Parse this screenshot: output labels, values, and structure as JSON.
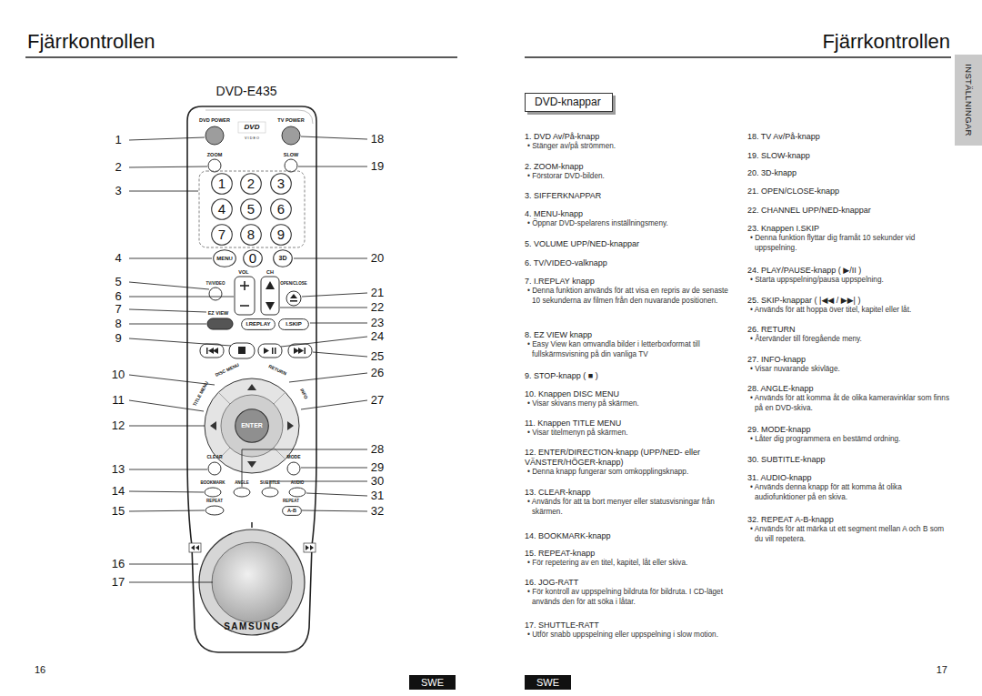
{
  "diagram": {
    "title": "Fjärrkontrollen",
    "nodes": [
      {
        "text": [
          "1"
        ]
      },
      {
        "text": [
          "2"
        ]
      },
      {
        "text": [
          "3"
        ]
      },
      {
        "text": [
          "4"
        ]
      },
      {
        "text": [
          "5"
        ]
      },
      {
        "text": [
          "6"
        ]
      },
      {
        "text": [
          "7"
        ]
      },
      {
        "text": [
          "8"
        ]
      },
      {
        "text": [
          "9"
        ]
      },
      {
        "text": [
          "MENU"
        ]
      },
      {
        "text": [
          "0"
        ]
      },
      {
        "text": [
          "3D"
        ]
      },
      {
        "text": [
          "I.REPLAY"
        ]
      },
      {
        "text": [
          "I.SKIP"
        ]
      },
      {
        "text": [
          "ENTER"
        ]
      },
      {
        "text": [
          "A-B"
        ]
      },
      {
        "text": [
          "SWE"
        ]
      },
      {
        "text": [
          "DVD-knappar"
        ]
      },
      {
        "text": [
          "INSTÄLLNINGAR"
        ]
      },
      {
        "text": [
          "SWE"
        ]
      }
    ],
    "labels": [
      "Fjärrkontrollen",
      "DVD-E435",
      "DVD POWER",
      "TV POWER",
      "DVD",
      "V I D E O",
      "ZOOM",
      "SLOW",
      "VOL",
      "CH",
      "TV/VIDEO",
      "OPEN/CLOSE",
      "EZ VIEW",
      "DISC MENU",
      "RETURN",
      "TITLE MENU",
      "INFO",
      "CLEAR",
      "MODE",
      "BOOKMARK",
      "ANGLE",
      "SUBTITLE",
      "AUDIO",
      "REPEAT",
      "REPEAT",
      "SAMSUNG",
      "1",
      "2",
      "3",
      "4",
      "5",
      "6",
      "7",
      "8",
      "9",
      "10",
      "11",
      "12",
      "13",
      "14",
      "15",
      "16",
      "17",
      "18",
      "19",
      "20",
      "21",
      "22",
      "23",
      "24",
      "25",
      "26",
      "27",
      "28",
      "29",
      "30",
      "31",
      "32",
      "1. DVD Av/På-knapp",
      "• Stänger av/på strömmen.",
      "2. ZOOM-knapp",
      "• Förstorar DVD-bilden.",
      "3. SIFFERKNAPPAR",
      "4. MENU-knapp",
      "• Öppnar DVD-spelarens inställningsmeny.",
      "5. VOLUME UPP/NED-knappar",
      "6. TV/VIDEO-valknapp",
      "7. I.REPLAY knapp",
      "• Denna funktion används för att visa en repris av de senaste 10 sekunderna av filmen från den nuvarande positionen.",
      "8. EZ VIEW knapp",
      "• Easy View kan omvandla bilder i letterboxformat till fullskärmsvisning på din vanliga TV",
      "9. STOP-knapp ( ■ )",
      "10. Knappen DISC MENU",
      "• Visar skivans meny på skärmen.",
      "11. Knappen TITLE MENU",
      "• Visar titelmenyn på skärmen.",
      "12. ENTER/DIRECTION-knapp (UPP/NED- eller VÄNSTER/HÖGER-knapp)",
      "• Denna knapp fungerar som omkopplingsknapp.",
      "13. CLEAR-knapp",
      "• Används för att ta bort menyer eller statusvisningar från skärmen.",
      "14. BOOKMARK-knapp",
      "15. REPEAT-knapp",
      "• För repetering av en titel, kapitel, låt eller skiva.",
      "16. JOG-RATT",
      "• För kontroll av uppspelning bildruta för bildruta. I CD-läget används den för att söka i låtar.",
      "17. SHUTTLE-RATT",
      "• Utför snabb uppspelning eller uppspelning i slow motion.",
      "18. TV Av/På-knapp",
      "19. SLOW-knapp",
      "20. 3D-knapp",
      "21. OPEN/CLOSE-knapp",
      "22. CHANNEL UPP/NED-knappar",
      "23. Knappen I.SKIP",
      "• Denna funktion flyttar dig framåt 10 sekunder vid uppspelning.",
      "24. PLAY/PAUSE-knapp ( ▶/II )",
      "• Starta uppspelning/pausa uppspelning.",
      "25. SKIP-knappar ( |◀◀ / ▶▶| )",
      "• Används för att hoppa över titel, kapitel eller låt.",
      "26. RETURN",
      "• Återvänder till föregående meny.",
      "27. INFO-knapp",
      "• Visar nuvarande skivläge.",
      "28. ANGLE-knapp",
      "• Används för att komma åt de olika kameravinklar som finns på en DVD-skiva.",
      "29. MODE-knapp",
      "• Låter dig programmera en bestämd ordning.",
      "30. SUBTITLE-knapp",
      "31. AUDIO-knapp",
      "• Används denna knapp för att komma åt olika audiofunktioner på en skiva.",
      "32. REPEAT A-B-knapp",
      "• Används för att märka ut ett segment mellan A och B som du vill repetera.",
      "16",
      "17"
    ]
  }
}
